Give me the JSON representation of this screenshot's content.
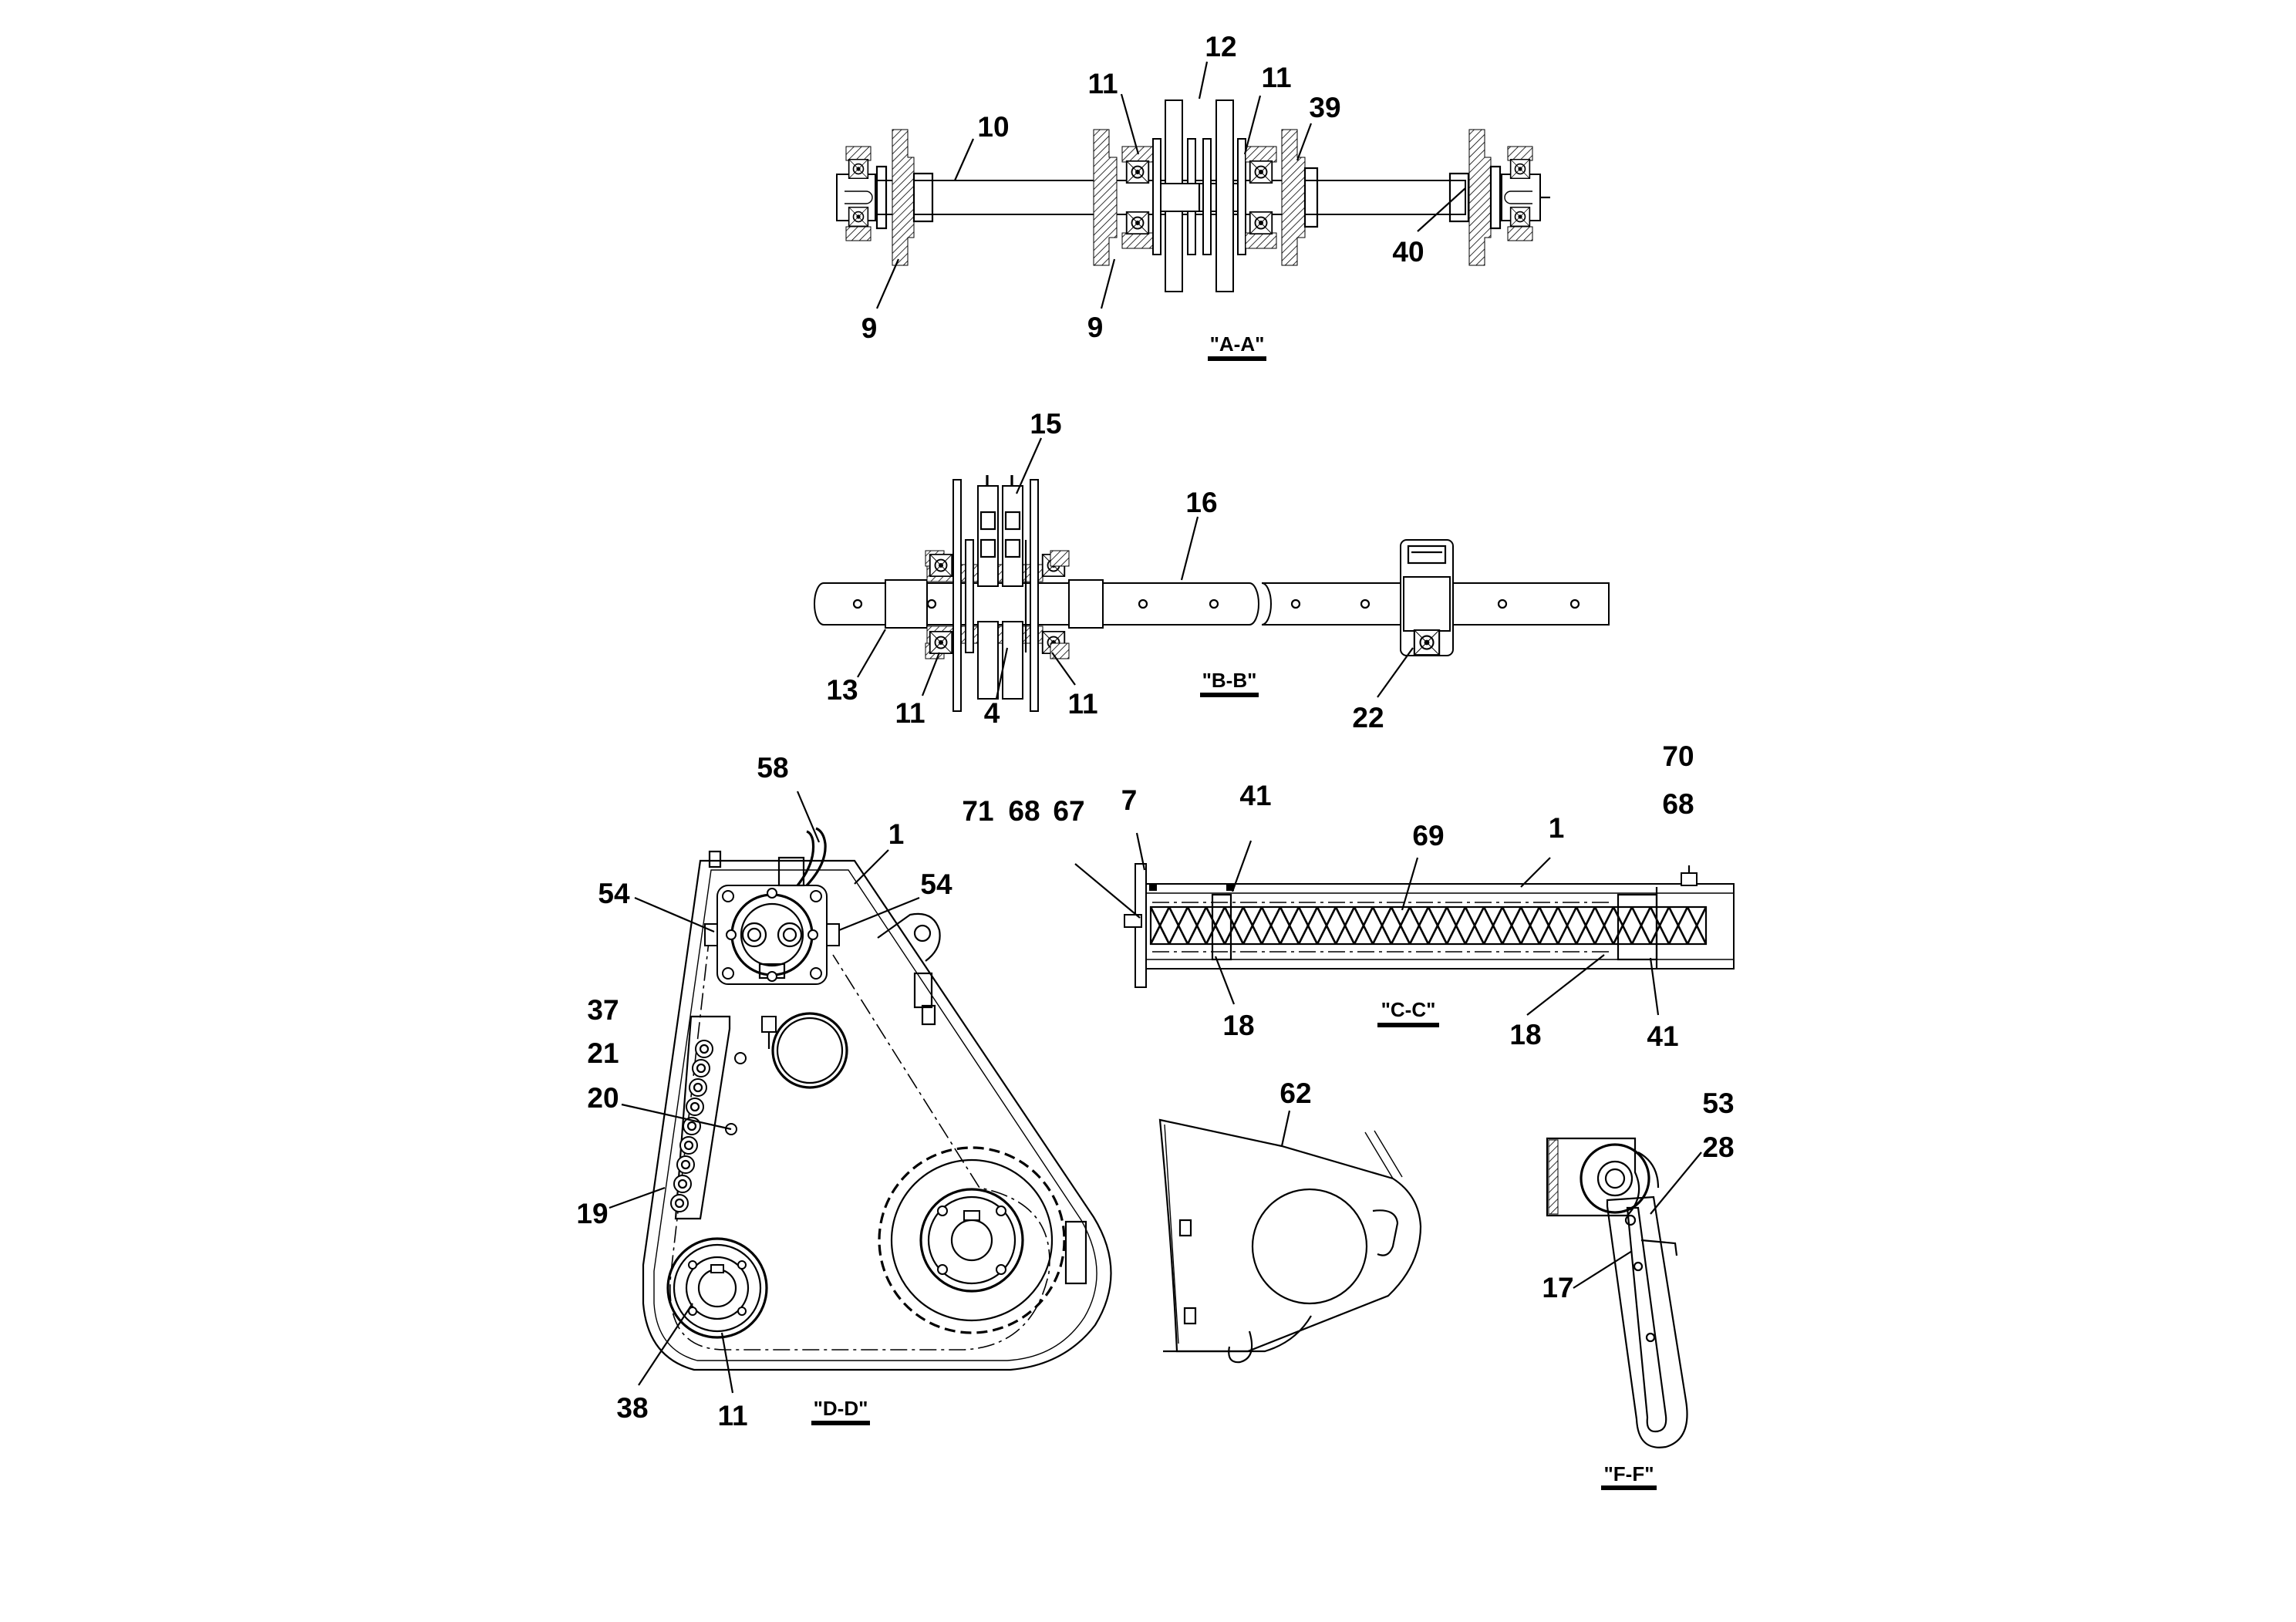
{
  "view_labels": {
    "aa": "\"A-A\"",
    "bb": "\"B-B\"",
    "cc": "\"C-C\"",
    "dd": "\"D-D\"",
    "ff": "\"F-F\""
  },
  "callouts": {
    "aa": [
      {
        "id": "aa-12",
        "text": "12"
      },
      {
        "id": "aa-11-left",
        "text": "11"
      },
      {
        "id": "aa-11-right",
        "text": "11"
      },
      {
        "id": "aa-10",
        "text": "10"
      },
      {
        "id": "aa-39",
        "text": "39"
      },
      {
        "id": "aa-40",
        "text": "40"
      },
      {
        "id": "aa-9-left",
        "text": "9"
      },
      {
        "id": "aa-9-center",
        "text": "9"
      }
    ],
    "bb": [
      {
        "id": "bb-15",
        "text": "15"
      },
      {
        "id": "bb-16",
        "text": "16"
      },
      {
        "id": "bb-13",
        "text": "13"
      },
      {
        "id": "bb-11-left",
        "text": "11"
      },
      {
        "id": "bb-4",
        "text": "4"
      },
      {
        "id": "bb-11-right",
        "text": "11"
      },
      {
        "id": "bb-22",
        "text": "22"
      }
    ],
    "cc": [
      {
        "id": "cc-70",
        "text": "70"
      },
      {
        "id": "cc-68-right",
        "text": "68"
      },
      {
        "id": "cc-71",
        "text": "71"
      },
      {
        "id": "cc-68-left",
        "text": "68"
      },
      {
        "id": "cc-67",
        "text": "67"
      },
      {
        "id": "cc-7",
        "text": "7"
      },
      {
        "id": "cc-41-top",
        "text": "41"
      },
      {
        "id": "cc-69",
        "text": "69"
      },
      {
        "id": "cc-1",
        "text": "1"
      },
      {
        "id": "cc-18-left",
        "text": "18"
      },
      {
        "id": "cc-18-right",
        "text": "18"
      },
      {
        "id": "cc-41-bottom",
        "text": "41"
      }
    ],
    "dd": [
      {
        "id": "dd-58",
        "text": "58"
      },
      {
        "id": "dd-1",
        "text": "1"
      },
      {
        "id": "dd-54-left",
        "text": "54"
      },
      {
        "id": "dd-54-right",
        "text": "54"
      },
      {
        "id": "dd-37",
        "text": "37"
      },
      {
        "id": "dd-21",
        "text": "21"
      },
      {
        "id": "dd-20",
        "text": "20"
      },
      {
        "id": "dd-19",
        "text": "19"
      },
      {
        "id": "dd-38",
        "text": "38"
      },
      {
        "id": "dd-11",
        "text": "11"
      }
    ],
    "guard": [
      {
        "id": "guard-62",
        "text": "62"
      }
    ],
    "ff": [
      {
        "id": "ff-53",
        "text": "53"
      },
      {
        "id": "ff-28",
        "text": "28"
      },
      {
        "id": "ff-17",
        "text": "17"
      }
    ]
  }
}
